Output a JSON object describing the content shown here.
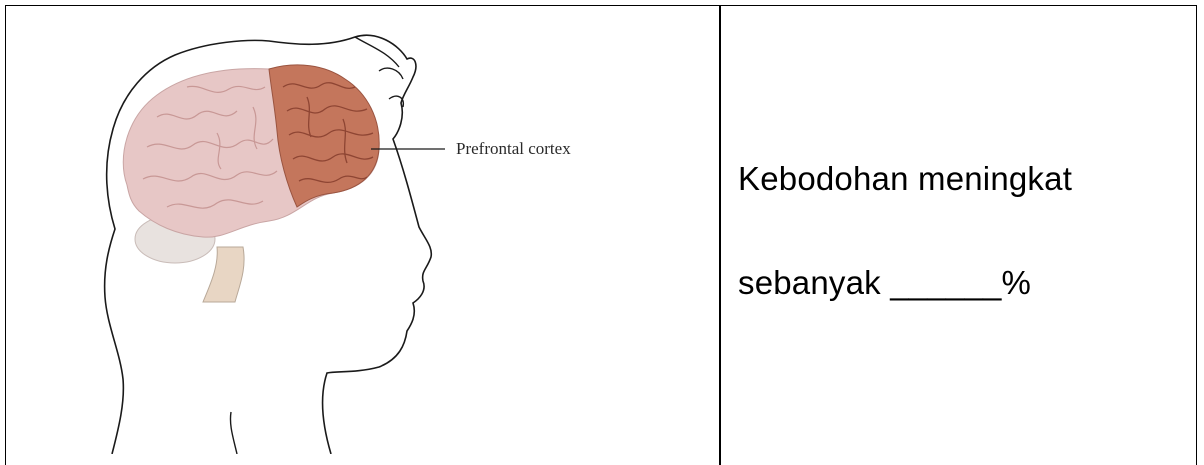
{
  "illustration": {
    "icon": "head-brain-icon",
    "label": "Prefrontal cortex",
    "colors": {
      "brain": "#e6c6c4",
      "prefrontal": "#c4765c",
      "outline": "#1a1a1a"
    }
  },
  "question": {
    "line1": "Kebodohan meningkat",
    "line2": "sebanyak ______%"
  }
}
